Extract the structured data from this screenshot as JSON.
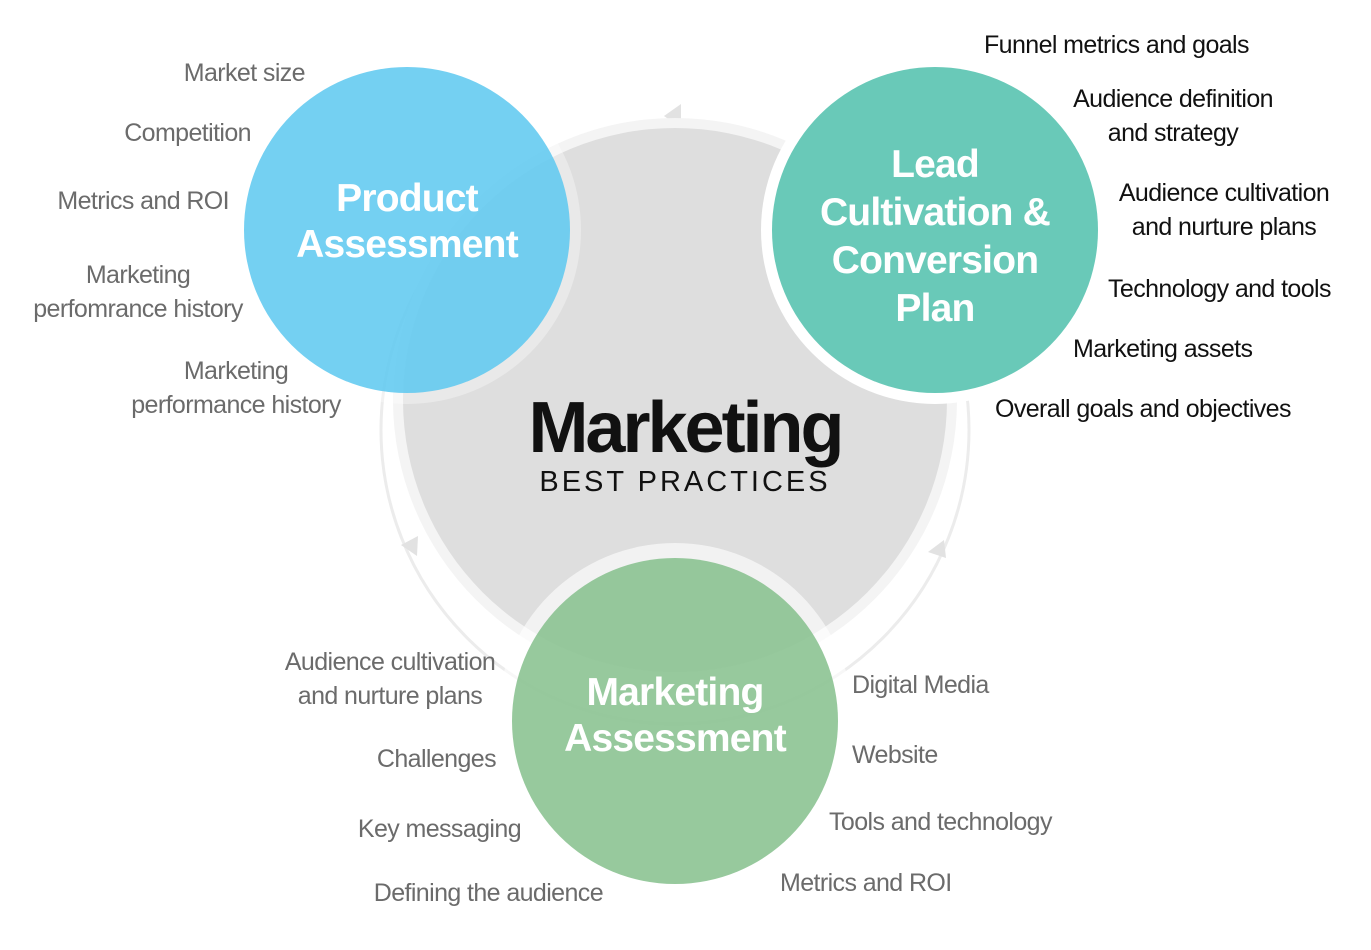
{
  "center": {
    "title": "Marketing",
    "subtitle": "BEST PRACTICES"
  },
  "product": {
    "title": "Product\nAssessment",
    "items": [
      "Market size",
      "Competition",
      "Metrics and ROI",
      "Marketing\nperfomrance history",
      "Marketing\nperformance history"
    ]
  },
  "lead": {
    "title": "Lead\nCultivation &\nConversion\nPlan",
    "items": [
      "Funnel metrics and goals",
      "Audience definition\nand strategy",
      "Audience cultivation\nand nurture plans",
      "Technology and tools",
      "Marketing assets",
      "Overall goals and objectives"
    ]
  },
  "marketing": {
    "title": "Marketing\nAssessment",
    "left_items": [
      "Audience cultivation\nand nurture plans",
      "Challenges",
      "Key messaging",
      "Defining the audience"
    ],
    "right_items": [
      "Digital Media",
      "Website",
      "Tools and technology",
      "Metrics and ROI"
    ]
  },
  "colors": {
    "center_circle": "#dedede",
    "ring": "#f0f0f0",
    "product": "#5cc8f0",
    "lead": "#4fbfab",
    "marketing": "#80bd88",
    "label_gray": "#6b6b6b",
    "label_dark": "#111111"
  }
}
